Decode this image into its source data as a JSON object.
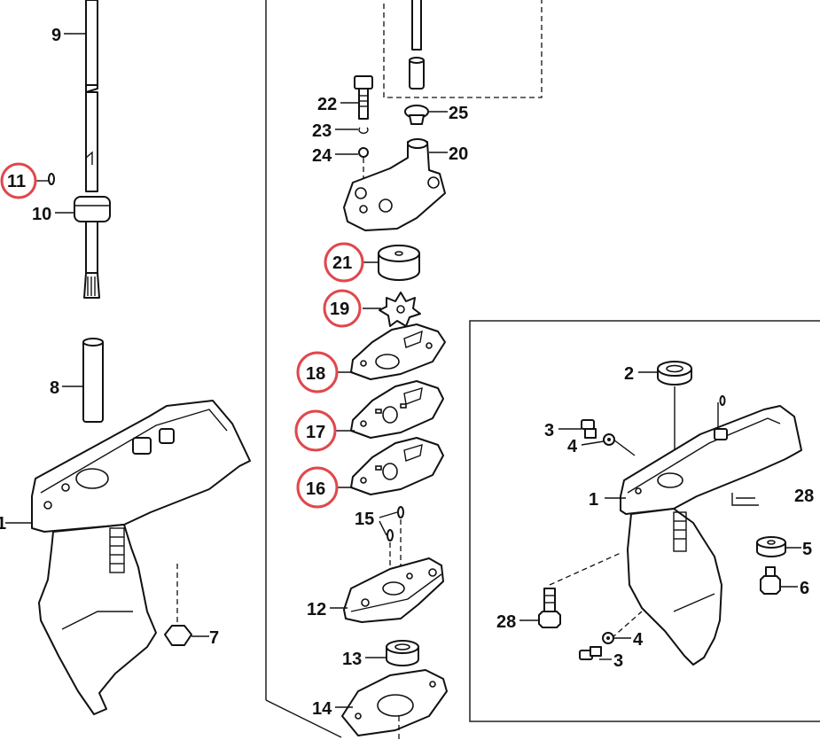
{
  "diagram": {
    "highlight_color": "#e0474c",
    "callouts": {
      "c9": "9",
      "c11": "11",
      "c10": "10",
      "c8": "8",
      "c1_left": "1",
      "c7": "7",
      "c22": "22",
      "c25": "25",
      "c23": "23",
      "c24": "24",
      "c20": "20",
      "c21": "21",
      "c19": "19",
      "c18": "18",
      "c17": "17",
      "c16": "16",
      "c15": "15",
      "c12": "12",
      "c13": "13",
      "c14": "14",
      "c2": "2",
      "c3_upper": "3",
      "c4_upper": "4",
      "c1_inset": "1",
      "c28_right": "28",
      "c5": "5",
      "c6": "6",
      "c28_left": "28",
      "c4_lower": "4",
      "c3_lower": "3"
    }
  }
}
